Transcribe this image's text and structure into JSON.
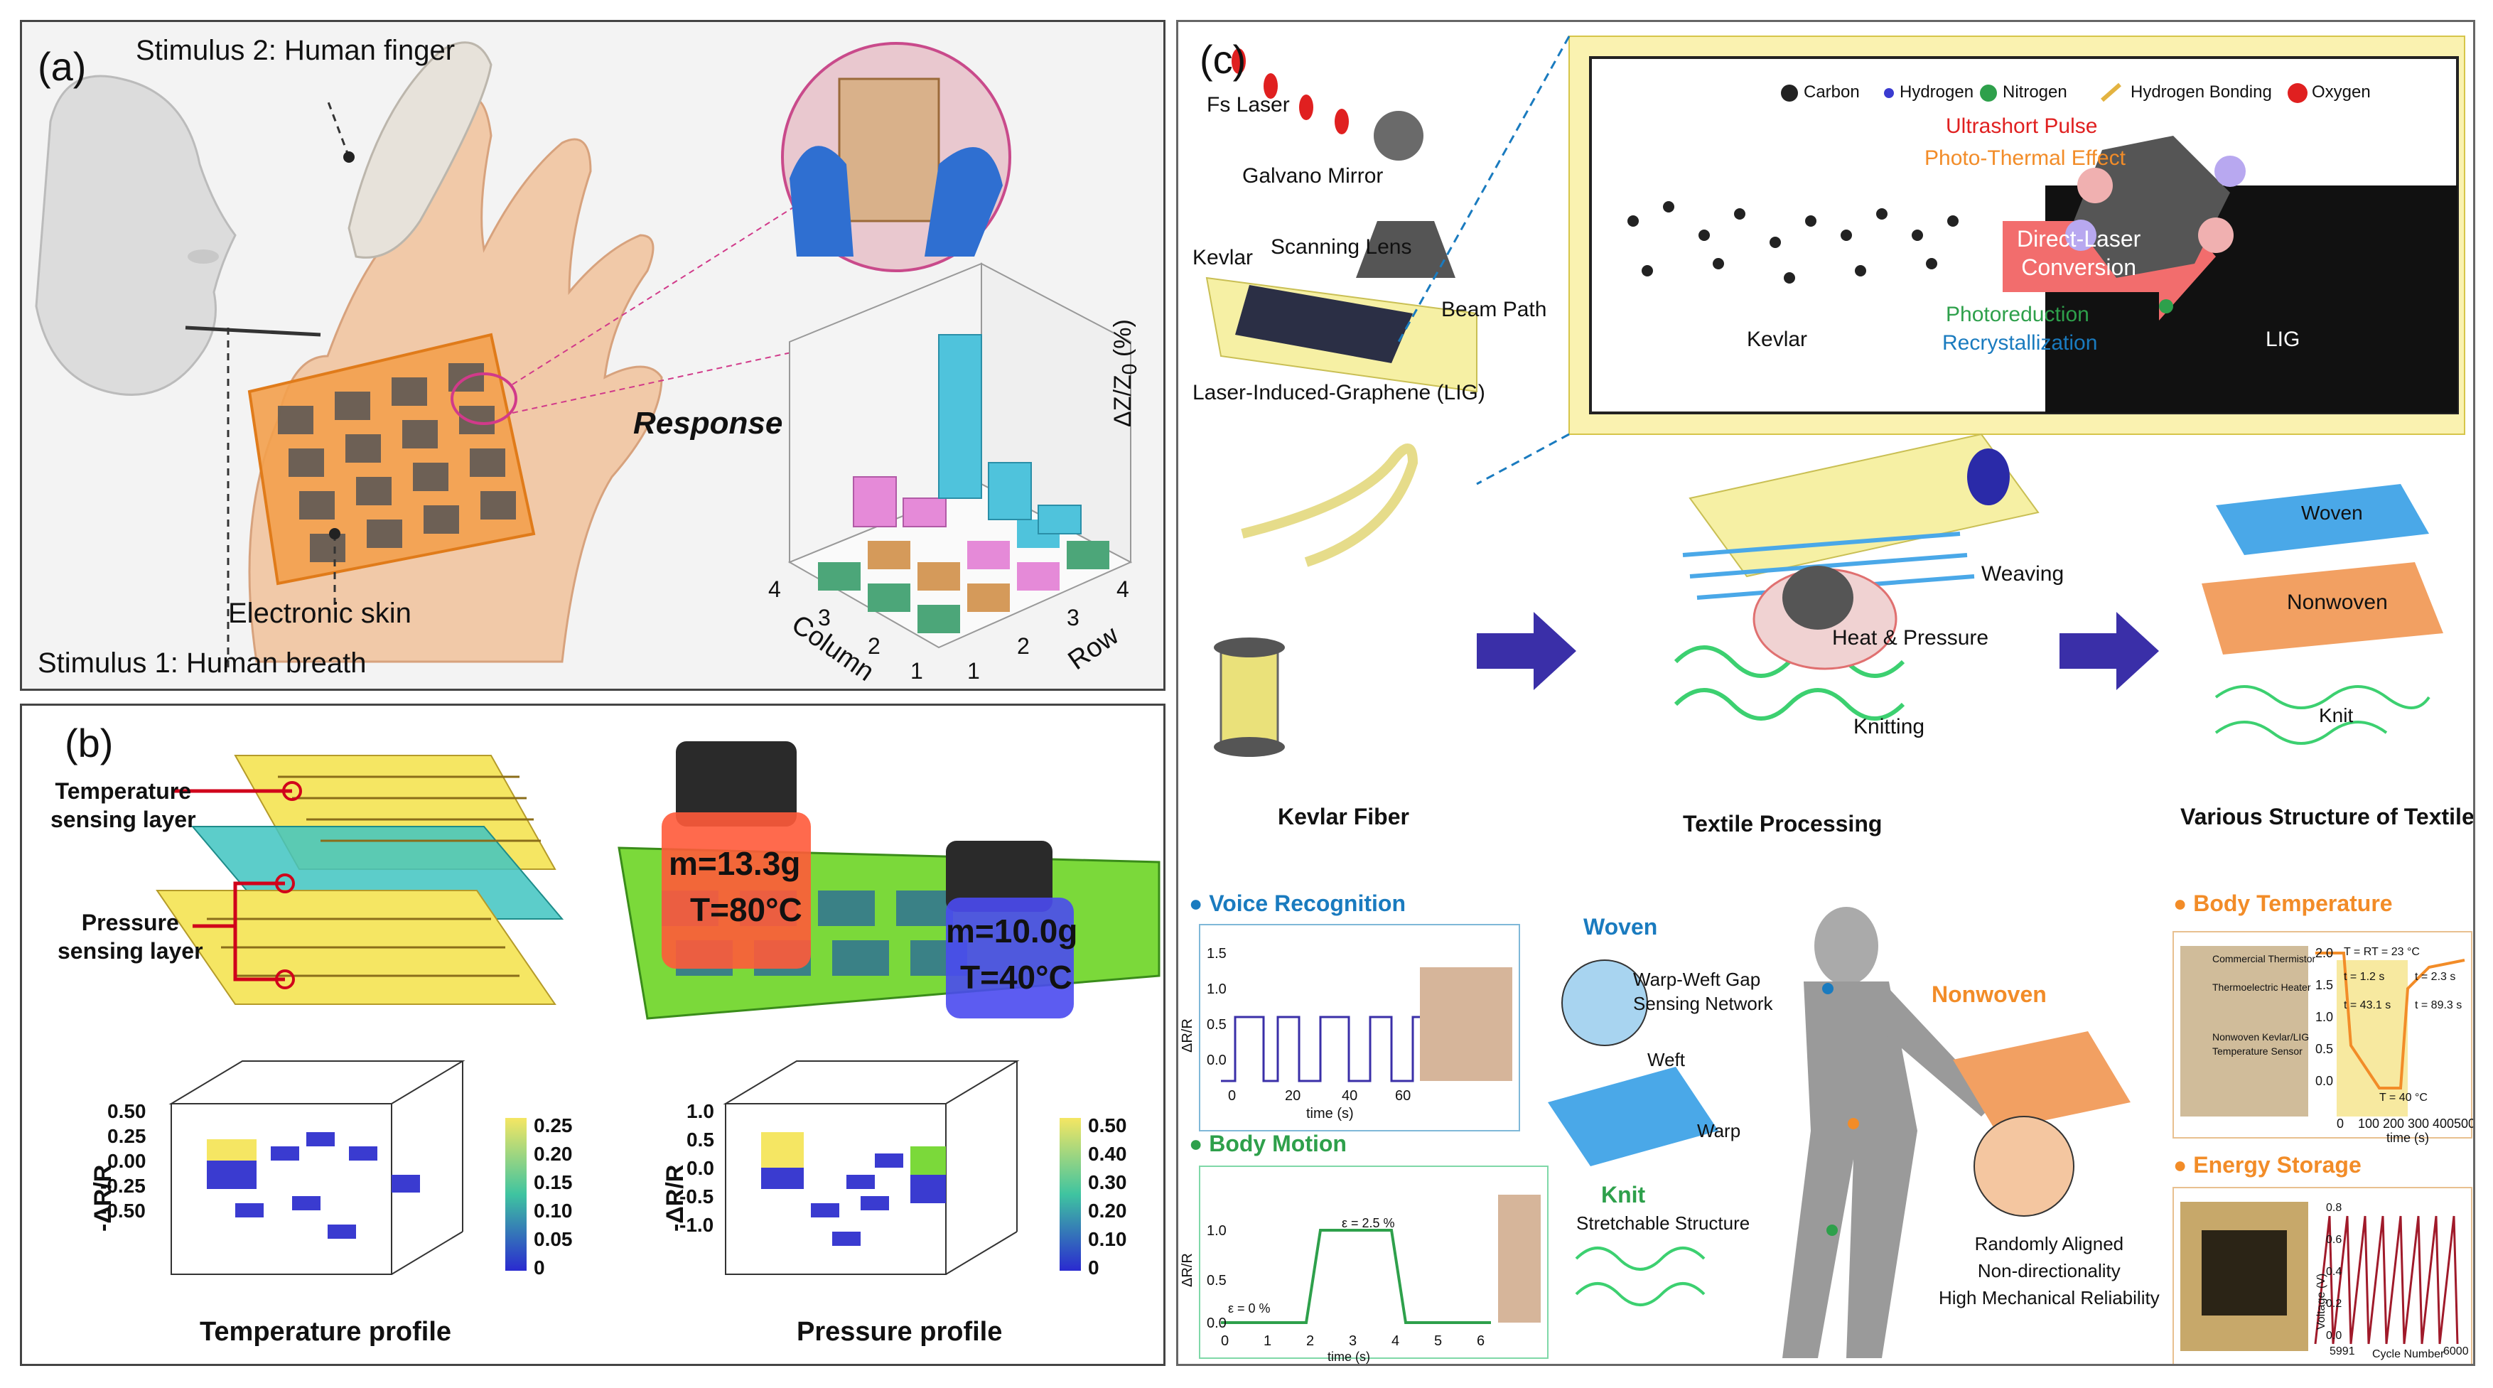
{
  "panel_a": {
    "tag": "(a)",
    "stimulus2": "Stimulus 2: Human finger",
    "stimulus1": "Stimulus 1: Human breath",
    "eskin": "Electronic skin",
    "response": "Response",
    "zlabel": "ΔZ/Z",
    "zlabel_sub": "0",
    "zunit": " (%)",
    "column_label": "Column",
    "row_label": "Row",
    "column_ticks": [
      "4",
      "3",
      "2",
      "1"
    ],
    "row_ticks": [
      "1",
      "2",
      "3",
      "4"
    ],
    "colors": {
      "skin": "#f3a04c",
      "finger": "#e7e2da",
      "glove": "#2f6fd1",
      "bar_top": "#4fc3dc",
      "bar_pink": "#e58ad8",
      "bar_tan": "#d59a5a",
      "bar_green": "#4ca679"
    }
  },
  "panel_b": {
    "tag": "(b)",
    "temp_layer": [
      "Temperature",
      "sensing layer"
    ],
    "press_layer": [
      "Pressure",
      "sensing layer"
    ],
    "weight1": "m=13.3g",
    "temp1": "T=80°C",
    "weight2": "m=10.0g",
    "temp2": "T=40°C",
    "plot1_title": "Temperature profile",
    "plot2_title": "Pressure profile",
    "plot1_ylabel": "-ΔR/R",
    "plot1_yticks": [
      "0.50",
      "0.25",
      "0.00",
      "-0.25",
      "-0.50"
    ],
    "plot1_cbar": [
      "0.25",
      "0.20",
      "0.15",
      "0.10",
      "0.05",
      "0"
    ],
    "plot2_yticks": [
      "1.0",
      "0.5",
      "0.0",
      "-0.5",
      "-1.0"
    ],
    "plot2_cbar": [
      "0.50",
      "0.40",
      "0.30",
      "0.20",
      "0.10",
      "0"
    ]
  },
  "panel_c": {
    "tag": "(c)",
    "fs_laser": "Fs Laser",
    "galvano": "Galvano Mirror",
    "scanning": "Scanning Lens",
    "kevlar_label": "Kevlar",
    "beam_path": "Beam Path",
    "lig_label": "Laser-Induced-Graphene (LIG)",
    "legend": [
      "Carbon",
      "Hydrogen",
      "Nitrogen",
      "Hydrogen Bonding",
      "Oxygen"
    ],
    "ultrashort": "Ultrashort Pulse",
    "photothermal": "Photo-Thermal Effect",
    "arrow_text": [
      "Direct-Laser",
      "Conversion"
    ],
    "photoreduction": "Photoreduction",
    "recrystallization": "Recrystallization",
    "kevlar_mol": "Kevlar",
    "lig_mol": "LIG",
    "weaving": "Weaving",
    "heat_pressure": "Heat & Pressure",
    "knitting": "Knitting",
    "woven": "Woven",
    "nonwoven": "Nonwoven",
    "knit": "Knit",
    "kevlar_fiber": "Kevlar Fiber",
    "textile_processing": "Textile Processing",
    "various": "Various Structure of Textile",
    "voice": "Voice Recognition",
    "body_motion": "Body Motion",
    "body_temp": "Body Temperature",
    "energy": "Energy Storage",
    "woven2": "Woven",
    "warp_weft": [
      "Warp-Weft Gap",
      "Sensing Network"
    ],
    "weft": "Weft",
    "warp": "Warp",
    "nonwoven2": "Nonwoven",
    "knit2": "Knit",
    "stretchable": "Stretchable Structure",
    "nonwoven_props": [
      "Randomly Aligned",
      "Non-directionality",
      "High Mechanical Reliability"
    ],
    "voice_plot": {
      "ylabel": "ΔR/R",
      "yticks": [
        "1.5",
        "1.0",
        "0.5",
        "0.0"
      ],
      "xticks": [
        "0",
        "20",
        "40",
        "60"
      ],
      "xlabel": "time (s)"
    },
    "motion_plot": {
      "ylabel": "ΔR/R",
      "yticks": [
        "1.0",
        "0.5",
        "0.0"
      ],
      "xticks": [
        "0",
        "1",
        "2",
        "3",
        "4",
        "5",
        "6"
      ],
      "xlabel": "time (s)",
      "ann1": "ε = 2.5 %",
      "ann2": "ε = 0 %"
    },
    "temp_plot": {
      "yticks": [
        "2.0",
        "1.5",
        "1.0",
        "0.5",
        "0.0"
      ],
      "xticks": [
        "0",
        "100",
        "200",
        "300",
        "400",
        "500"
      ],
      "xlabel": "time (s)",
      "ann": [
        "T = RT = 23 °C",
        "t = 1.2 s",
        "t = 43.1 s",
        "t = 2.3 s",
        "t = 89.3 s",
        "T = 40 °C"
      ],
      "photo_labels": [
        "Commercial Thermistor",
        "Thermoelectric Heater",
        "Nonwoven Kevlar/LIG",
        "Temperature Sensor"
      ]
    },
    "energy_plot": {
      "ylabel": "Voltage (V)",
      "yticks": [
        "0.8",
        "0.6",
        "0.4",
        "0.2",
        "0.0"
      ],
      "xticks": [
        "5991",
        "6000"
      ],
      "xlabel": "Cycle Number"
    },
    "colors": {
      "accent_blue": "#1a7bbf",
      "accent_orange": "#f28c28",
      "accent_green": "#2ea04b",
      "arrow_red": "#f26d6d",
      "arrow_navy": "#3a2fa8"
    }
  }
}
